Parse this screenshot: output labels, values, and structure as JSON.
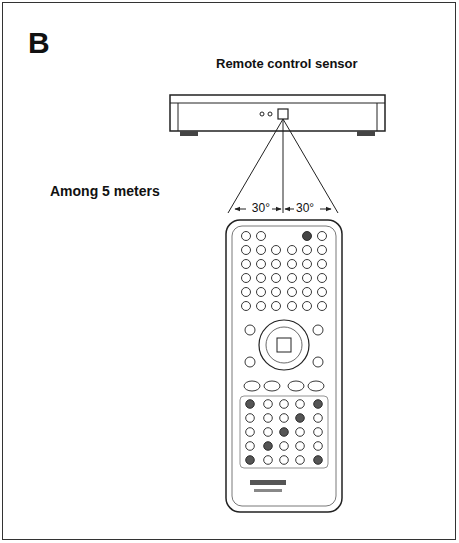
{
  "diagram": {
    "title": "B",
    "labels": [
      "Remote control sensor",
      "Among 5 meters",
      "30°",
      "30°"
    ]
  }
}
